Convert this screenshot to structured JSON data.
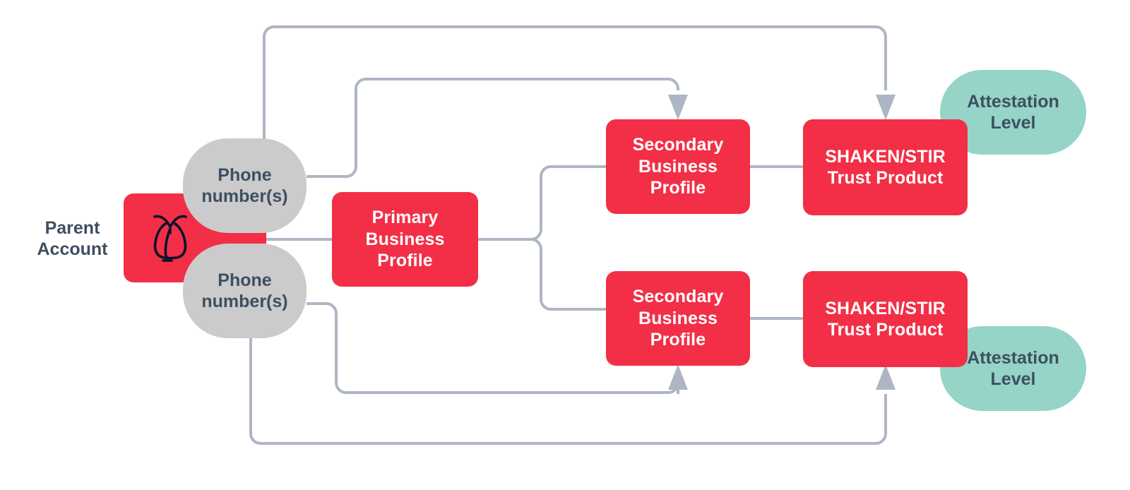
{
  "diagram": {
    "title": "Twilio Trust Hub SHAKEN/STIR account structure",
    "colors": {
      "red": "#F22F46",
      "gray": "#CBCBCB",
      "teal": "#95D4C6",
      "line": "#AEB6C4",
      "text_dark": "#3D4F61",
      "text_light": "#FFFFFF",
      "owl_navy": "#0D122B",
      "background": "#FFFFFF"
    },
    "nodes": [
      {
        "id": "parent-account-label",
        "label": "Parent\nAccount",
        "type": "plain-label"
      },
      {
        "id": "parent-account-box",
        "label": "",
        "type": "red-box",
        "icon": "owl-icon"
      },
      {
        "id": "phone-numbers-top",
        "label": "Phone\nnumber(s)",
        "type": "gray-bubble"
      },
      {
        "id": "phone-numbers-bottom",
        "label": "Phone\nnumber(s)",
        "type": "gray-bubble"
      },
      {
        "id": "primary-business-profile",
        "label": "Primary\nBusiness\nProfile",
        "type": "red-box"
      },
      {
        "id": "secondary-business-profile-top",
        "label": "Secondary\nBusiness\nProfile",
        "type": "red-box"
      },
      {
        "id": "secondary-business-profile-bottom",
        "label": "Secondary\nBusiness\nProfile",
        "type": "red-box"
      },
      {
        "id": "shaken-stir-trust-product-top",
        "label": "SHAKEN/STIR\nTrust Product",
        "type": "red-box"
      },
      {
        "id": "shaken-stir-trust-product-bottom",
        "label": "SHAKEN/STIR\nTrust Product",
        "type": "red-box"
      },
      {
        "id": "attestation-level-top",
        "label": "Attestation\nLevel",
        "type": "teal-bubble"
      },
      {
        "id": "attestation-level-bottom",
        "label": "Attestation\nLevel",
        "type": "teal-bubble"
      }
    ],
    "edges": [
      {
        "from": "parent-account-box",
        "to": "primary-business-profile",
        "arrow": false
      },
      {
        "from": "primary-business-profile",
        "to": "secondary-business-profile-top",
        "arrow": false
      },
      {
        "from": "primary-business-profile",
        "to": "secondary-business-profile-bottom",
        "arrow": false
      },
      {
        "from": "secondary-business-profile-top",
        "to": "shaken-stir-trust-product-top",
        "arrow": false
      },
      {
        "from": "secondary-business-profile-bottom",
        "to": "shaken-stir-trust-product-bottom",
        "arrow": false
      },
      {
        "from": "phone-numbers-top",
        "to": "shaken-stir-trust-product-top",
        "arrow": true
      },
      {
        "from": "phone-numbers-top",
        "to": "secondary-business-profile-top",
        "arrow": true
      },
      {
        "from": "phone-numbers-bottom",
        "to": "secondary-business-profile-bottom",
        "arrow": true
      },
      {
        "from": "phone-numbers-bottom",
        "to": "shaken-stir-trust-product-bottom",
        "arrow": true
      }
    ]
  },
  "labels": {
    "parent_account": "Parent\nAccount",
    "phone_numbers_top": "Phone\nnumber(s)",
    "phone_numbers_bottom": "Phone\nnumber(s)",
    "primary_business_profile": "Primary\nBusiness\nProfile",
    "secondary_business_profile_top": "Secondary\nBusiness\nProfile",
    "secondary_business_profile_bottom": "Secondary\nBusiness\nProfile",
    "shaken_stir_top": "SHAKEN/STIR\nTrust Product",
    "shaken_stir_bottom": "SHAKEN/STIR\nTrust Product",
    "attestation_level_top": "Attestation\nLevel",
    "attestation_level_bottom": "Attestation\nLevel"
  }
}
